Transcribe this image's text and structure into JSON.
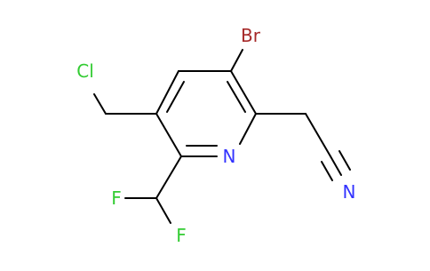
{
  "molecule": {
    "atoms": {
      "chlorine": "Cl",
      "bromine": "Br",
      "ring_nitrogen": "N",
      "nitrile_nitrogen": "N",
      "fluorine_1": "F",
      "fluorine_2": "F"
    },
    "colors": {
      "bond": "#000000",
      "chlorine": "#33cc33",
      "bromine": "#a62929",
      "nitrogen": "#3333ff",
      "fluorine": "#33cc33"
    }
  }
}
